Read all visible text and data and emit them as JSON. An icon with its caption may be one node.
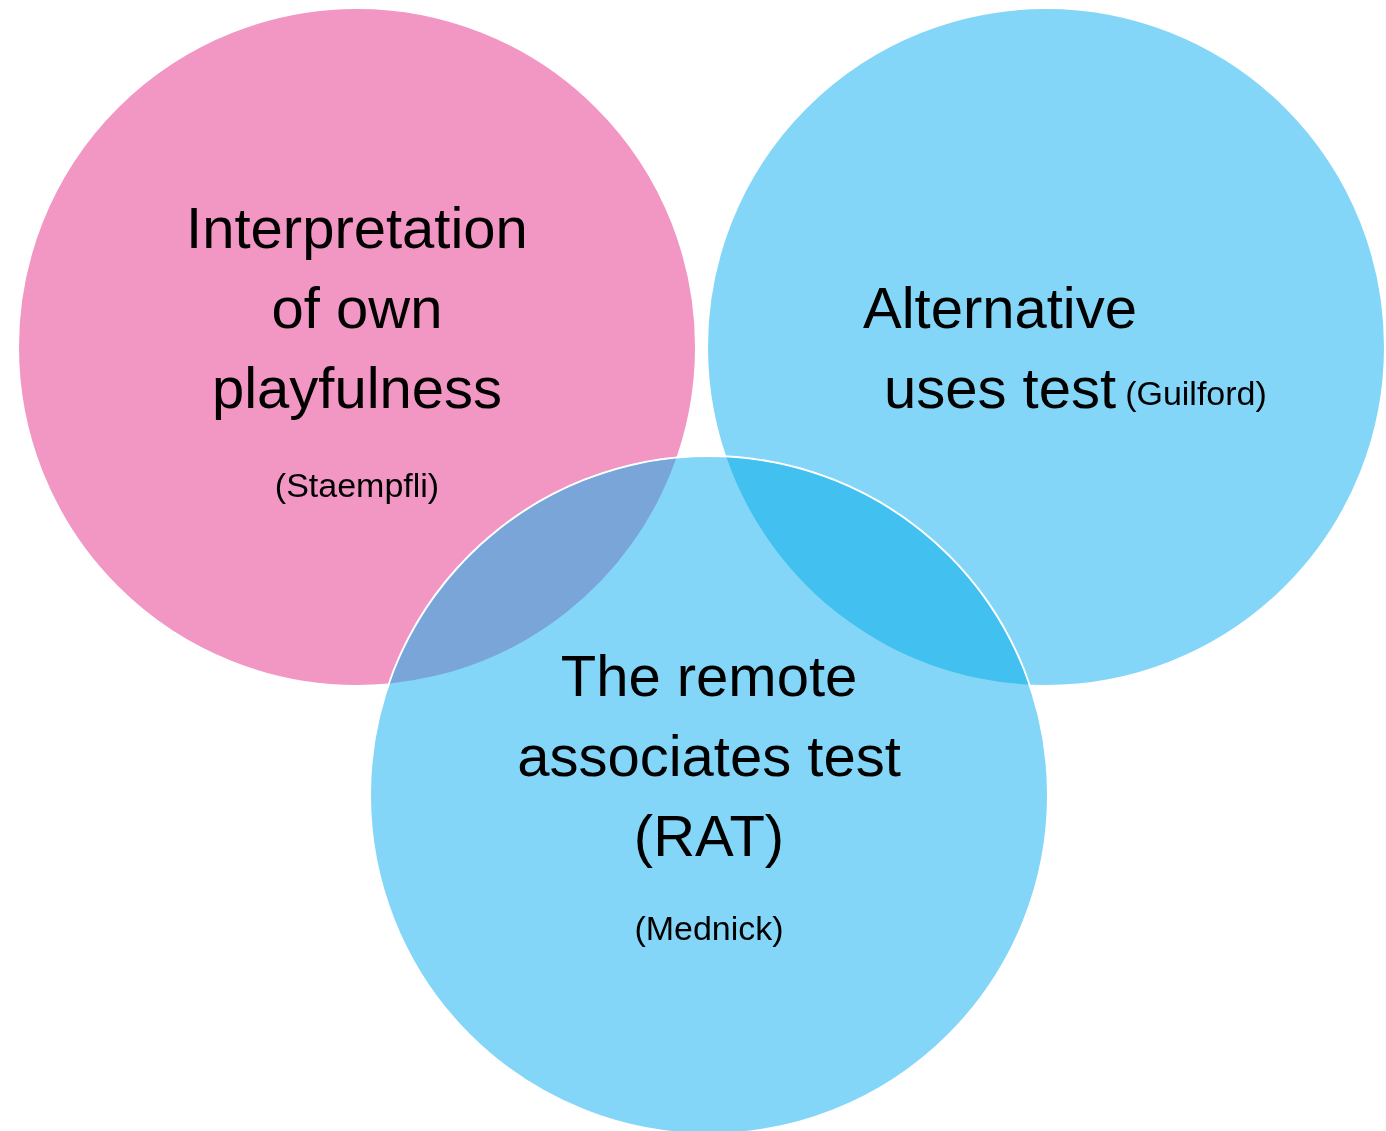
{
  "diagram": {
    "nodes": [
      {
        "text": [
          "Interpretation of own playfulness",
          "(Staempfli)"
        ]
      },
      {
        "text": [
          "Alternative uses test",
          "(Guilford)"
        ]
      },
      {
        "text": [
          "The remote associates test (RAT)",
          "(Mednick)"
        ]
      }
    ]
  }
}
